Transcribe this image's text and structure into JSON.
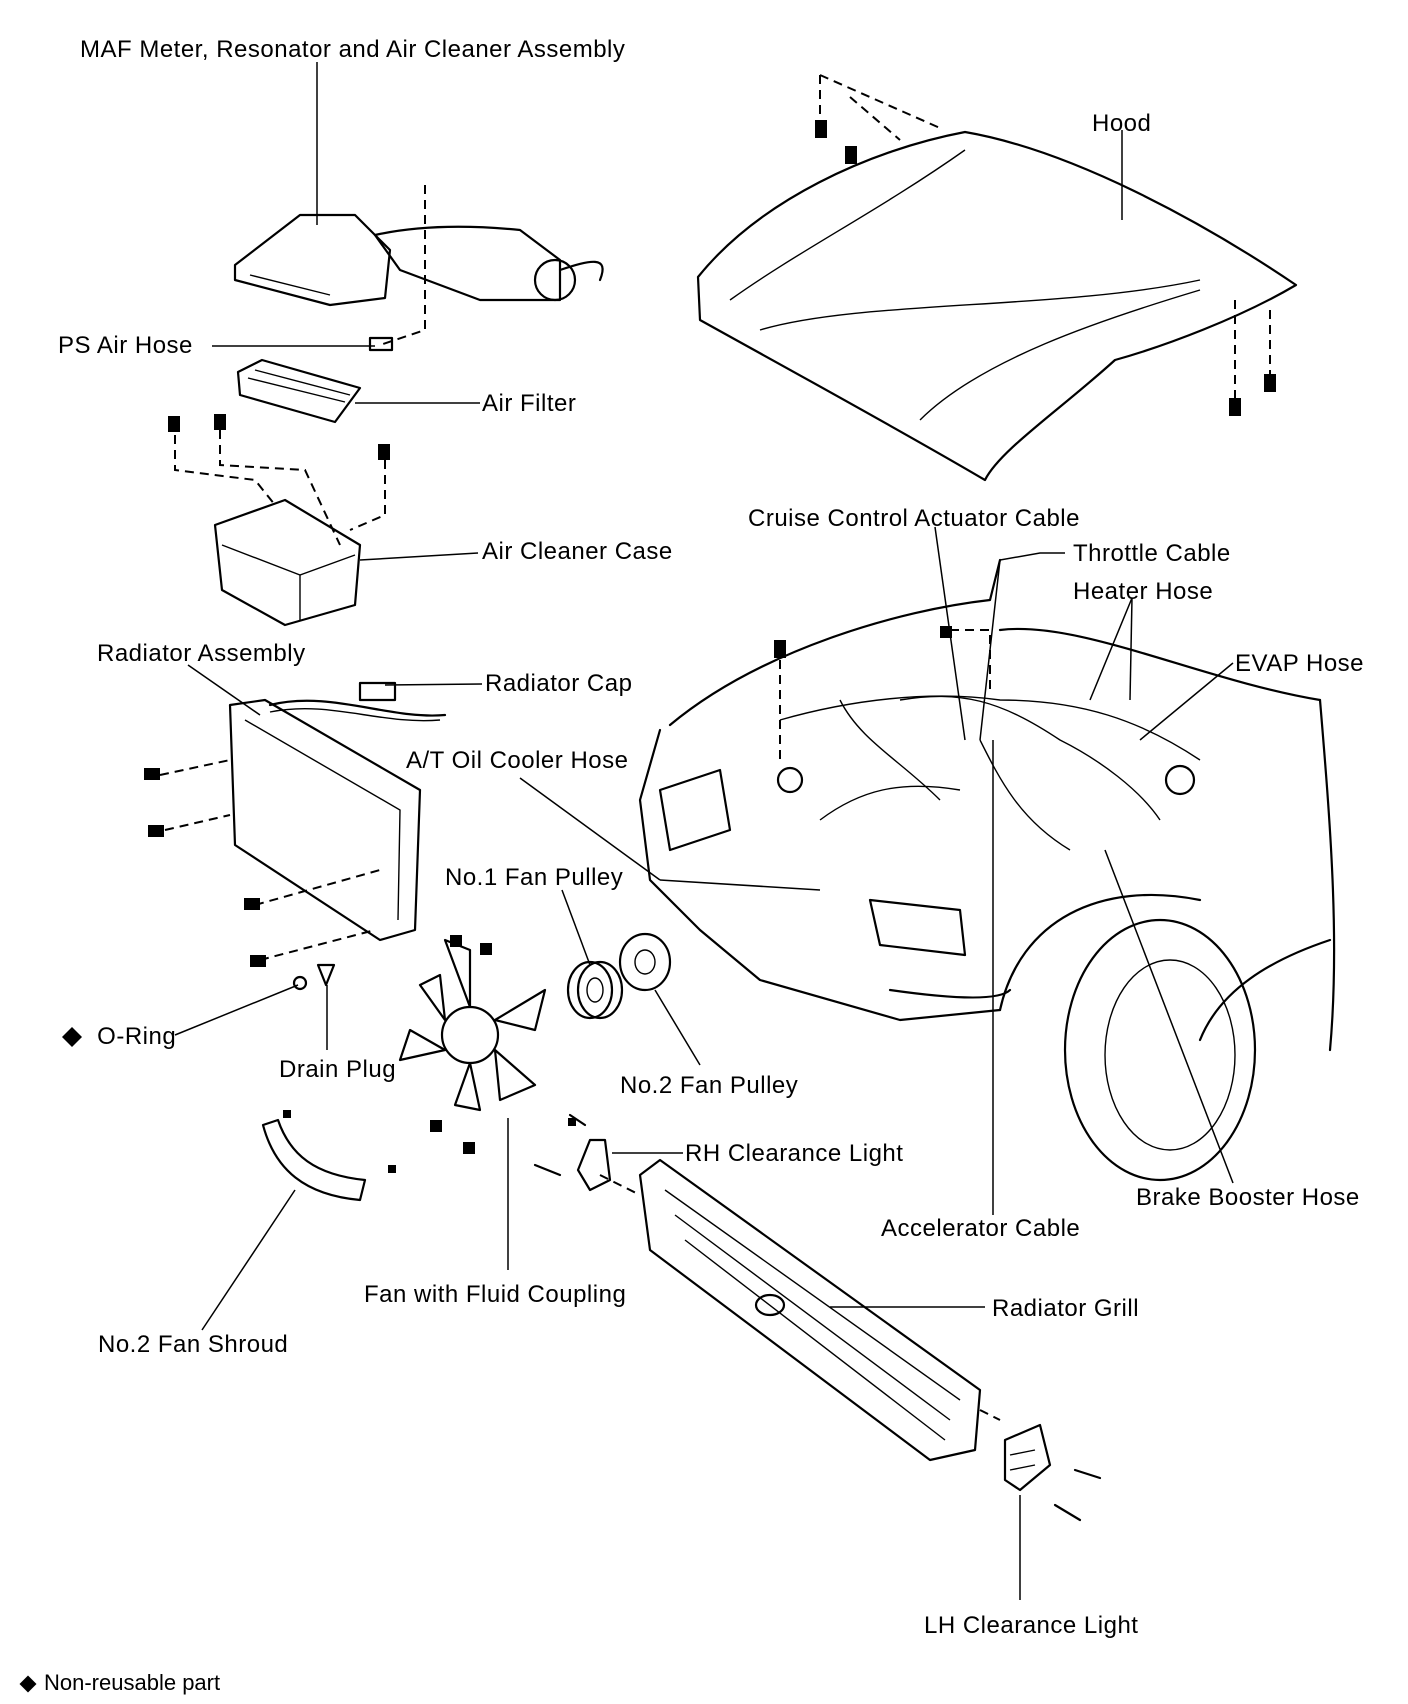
{
  "labels": {
    "maf": "MAF Meter, Resonator and Air Cleaner Assembly",
    "hood": "Hood",
    "ps_air_hose": "PS Air Hose",
    "air_filter": "Air Filter",
    "cruise_cable": "Cruise Control Actuator Cable",
    "throttle_cable": "Throttle Cable",
    "heater_hose": "Heater Hose",
    "air_cleaner_case": "Air Cleaner Case",
    "evap_hose": "EVAP Hose",
    "radiator_assembly": "Radiator Assembly",
    "radiator_cap": "Radiator Cap",
    "at_oil_cooler_hose": "A/T Oil Cooler Hose",
    "no1_fan_pulley": "No.1 Fan Pulley",
    "o_ring": "O-Ring",
    "drain_plug": "Drain Plug",
    "no2_fan_pulley": "No.2 Fan Pulley",
    "rh_clearance_light": "RH Clearance Light",
    "brake_booster_hose": "Brake Booster Hose",
    "accelerator_cable": "Accelerator Cable",
    "fan_fluid_coupling": "Fan with Fluid Coupling",
    "radiator_grill": "Radiator Grill",
    "no2_fan_shroud": "No.2 Fan Shroud",
    "lh_clearance_light": "LH Clearance Light"
  },
  "legend": {
    "text": "Non-reusable part"
  }
}
